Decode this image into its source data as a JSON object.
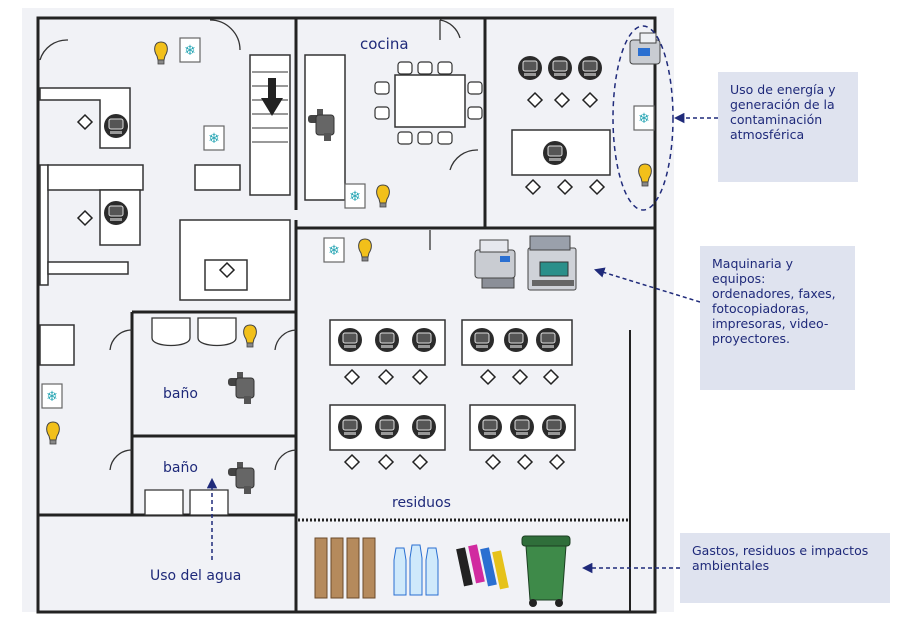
{
  "rooms": {
    "kitchen": "cocina",
    "bathroom_1": "baño",
    "bathroom_2": "baño",
    "waste": "residuos"
  },
  "callouts": {
    "energy": [
      "Uso de energía y",
      "generación de la",
      "contaminación",
      "atmosférica"
    ],
    "machinery": [
      "Maquinaria y",
      "equipos:",
      "ordenadores, faxes,",
      "fotocopiadoras,",
      "impresoras, video-",
      "proyectores."
    ],
    "waste": [
      "Gastos, residuos e impactos",
      "ambientales"
    ],
    "water": "Uso del agua"
  },
  "icons": [
    "light-bulb-icon",
    "air-conditioner-icon",
    "water-tap-icon",
    "computer-icon",
    "printer-icon",
    "photocopier-icon",
    "paper-rolls-icon",
    "water-bottles-icon",
    "ink-cartridges-icon",
    "trash-bin-icon",
    "stairs-arrow-icon"
  ],
  "colors": {
    "label": "#1f2a7a",
    "callout_bg": "#dfe3ef",
    "floor": "#f1f2f6",
    "wall": "#222222",
    "bulb": "#f2c01a",
    "ac": "#2aa7b5",
    "arrow": "#1f2a7a"
  }
}
